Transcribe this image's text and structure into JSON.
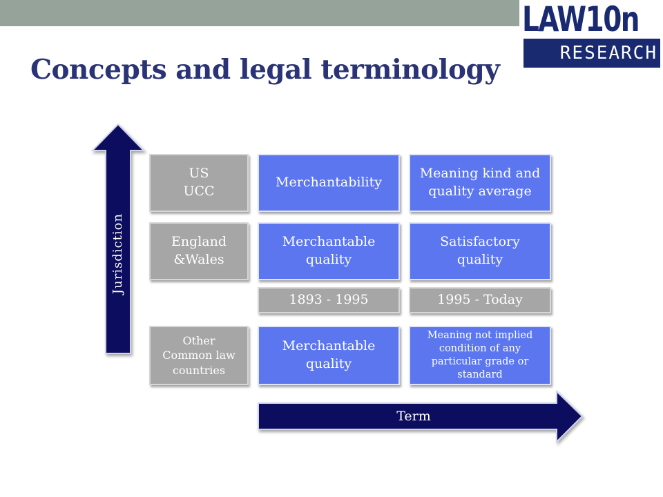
{
  "header": {
    "logo_main": "LAW10n",
    "logo_sub": "RESEARCH"
  },
  "title": "Concepts and legal terminology",
  "axes": {
    "vertical_label": "Jurisdiction",
    "horizontal_label": "Term"
  },
  "rows": [
    {
      "jurisdiction": [
        "US",
        "UCC"
      ],
      "early": [
        "Merchantability"
      ],
      "late": [
        "Meaning kind and",
        "quality average"
      ]
    },
    {
      "jurisdiction": [
        "England",
        "&Wales"
      ],
      "early": [
        "Merchantable",
        "quality"
      ],
      "late": [
        "Satisfactory",
        "quality"
      ]
    },
    {
      "jurisdiction": [
        "Other",
        "Common law",
        "countries"
      ],
      "early": [
        "Merchantable",
        "quality"
      ],
      "late": [
        "Meaning not implied",
        "condition of any",
        "particular grade or",
        "standard"
      ]
    }
  ],
  "periods": [
    "1893 - 1995",
    "1995 - Today"
  ],
  "colors": {
    "topbar": "#95a39a",
    "navy": "#0b0b5e",
    "blue_box": "#5b76ee",
    "gray_box": "#a6a6a6",
    "title": "#2a3375",
    "logo": "#1a2a70"
  }
}
